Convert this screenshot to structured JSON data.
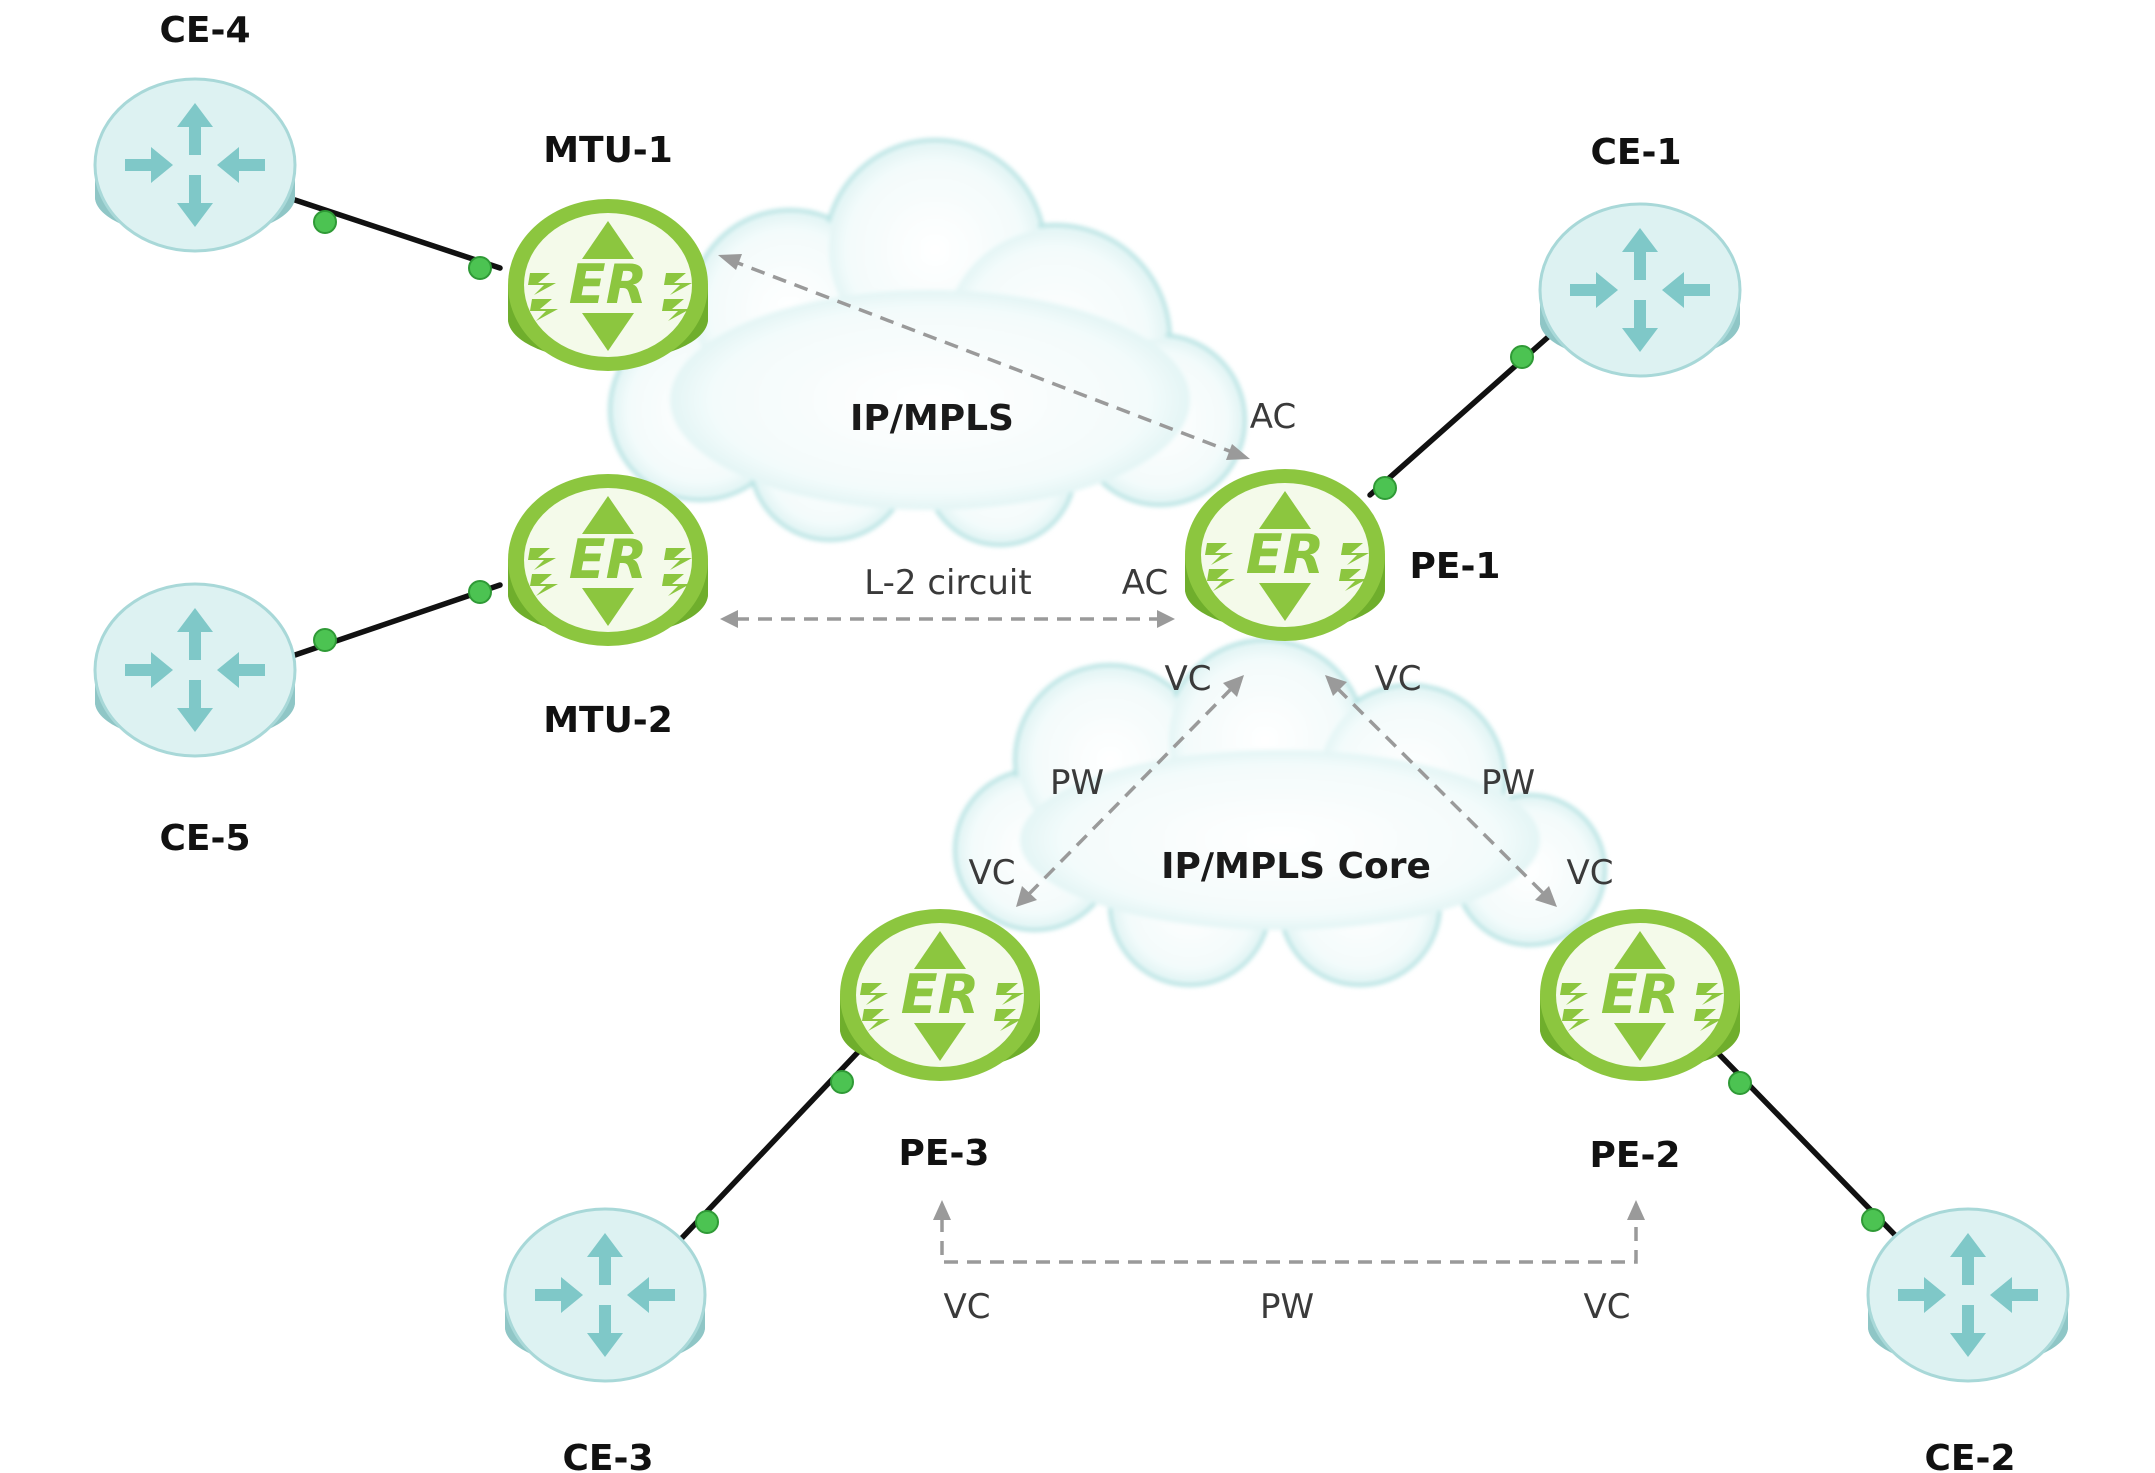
{
  "diagram": {
    "clouds": {
      "ip_mpls": "IP/MPLS",
      "ip_mpls_core": "IP/MPLS Core"
    },
    "nodes": {
      "ce4": "CE-4",
      "ce5": "CE-5",
      "ce1": "CE-1",
      "ce3": "CE-3",
      "ce2": "CE-2",
      "mtu1": "MTU-1",
      "mtu2": "MTU-2",
      "pe1": "PE-1",
      "pe2": "PE-2",
      "pe3": "PE-3"
    },
    "router_emblem": "ER",
    "links": {
      "ac_upper": "AC",
      "ac_lower": "AC",
      "l2_circuit": "L-2 circuit",
      "vc_pe1_left": "VC",
      "vc_pe1_right": "VC",
      "pw_left": "PW",
      "pw_right": "PW",
      "vc_pe3_upper": "VC",
      "vc_pe2_upper": "VC",
      "vc_pe3_bottom": "VC",
      "pw_bottom": "PW",
      "vc_pe2_bottom": "VC"
    },
    "colors": {
      "edge_router": "#8cc63f",
      "customer_router": "#a8d8d8",
      "port": "#4cc352",
      "wire": "#111111",
      "dashed_link": "#9a9a9a"
    }
  }
}
